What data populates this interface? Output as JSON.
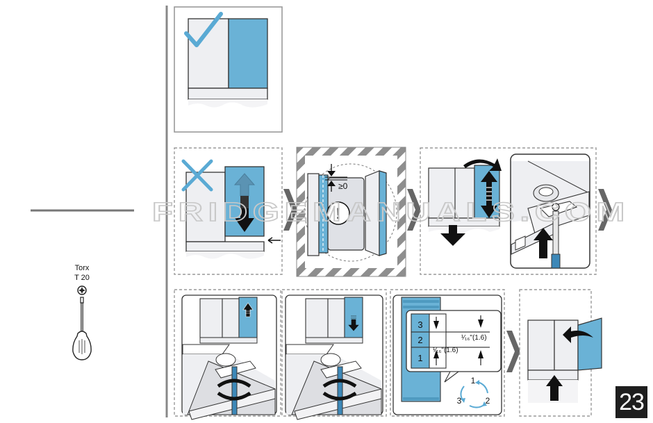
{
  "tool": {
    "name": "Torx",
    "size": "T 20"
  },
  "measure": {
    "gap": "≥0",
    "alert": "!"
  },
  "adjust": {
    "levels": [
      "3",
      "2",
      "1"
    ],
    "offset_a": "¹⁄₁₆\"(1.6)",
    "offset_b": "¹⁄₁₆\"(1.6)",
    "sequence": [
      "1",
      "2",
      "3"
    ]
  },
  "watermark": "FRIDGEMANUALS.COM",
  "page_number": "23",
  "colors": {
    "door_blue": "#6ab2d6",
    "cabinet": "#eeeff2",
    "outline": "#333333",
    "frame": "#999999"
  }
}
